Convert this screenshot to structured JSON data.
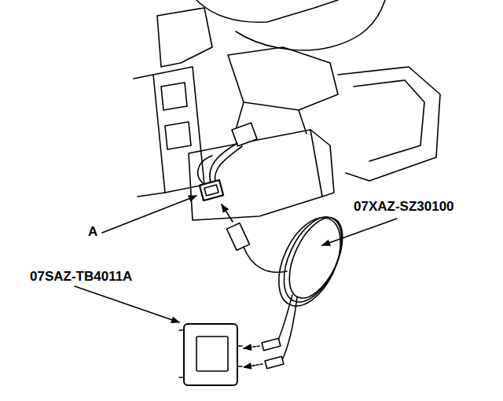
{
  "diagram": {
    "labels": [
      "A",
      "07XAZ-SZ30100",
      "07SAZ-TB4011A"
    ]
  }
}
